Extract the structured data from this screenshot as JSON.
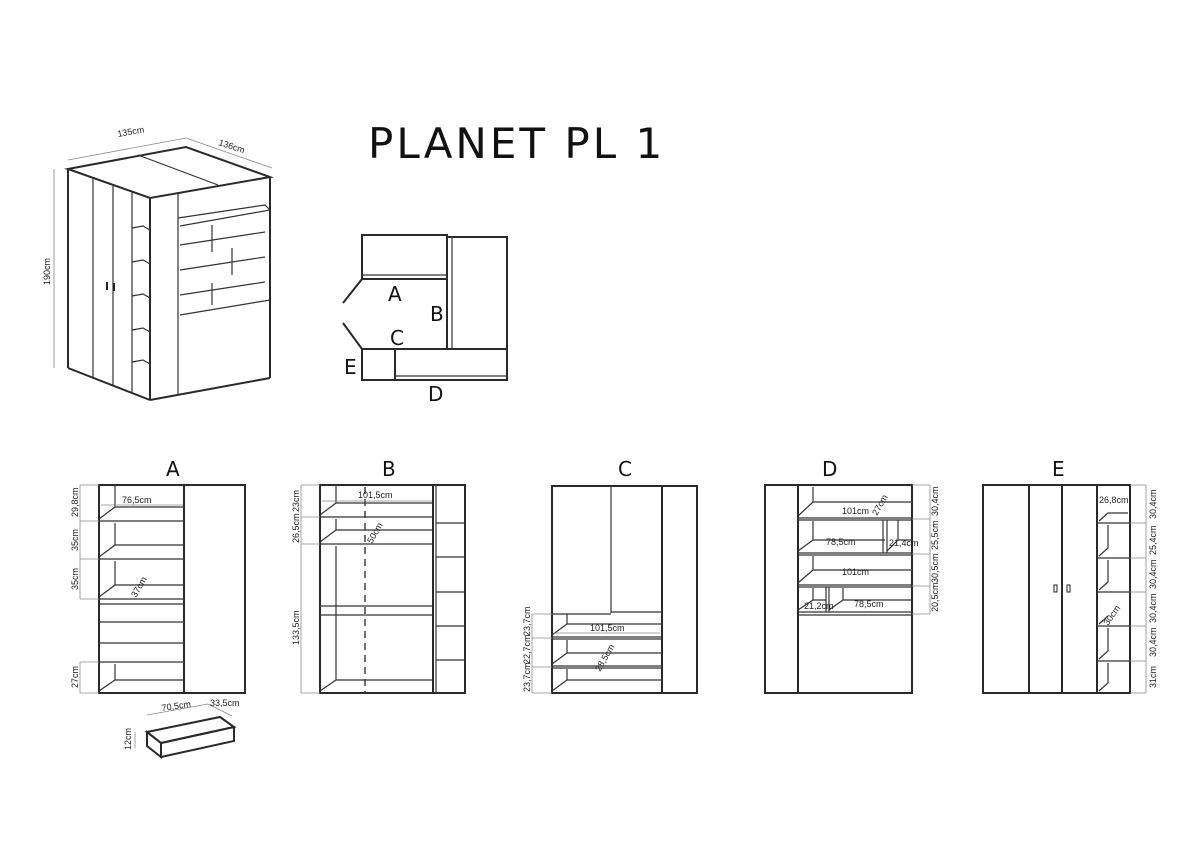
{
  "title": "PLANET PL 1",
  "isometric": {
    "width": "135cm",
    "depth": "136cm",
    "height": "190cm"
  },
  "plan": {
    "labels": [
      "A",
      "B",
      "C",
      "D",
      "E"
    ]
  },
  "sections": {
    "A": {
      "label": "A",
      "width": "76,5cm",
      "depth": "37cm",
      "heights": [
        "29,8cm",
        "35cm",
        "35cm",
        "27cm"
      ],
      "drawer": {
        "width": "70,5cm",
        "depth": "33,5cm",
        "height": "12cm"
      }
    },
    "B": {
      "label": "B",
      "width": "101,5cm",
      "depth": "50cm",
      "heights": [
        "23cm",
        "26,5cm",
        "133,5cm"
      ]
    },
    "C": {
      "label": "C",
      "width": "101,5cm",
      "depth": "28,5cm",
      "heights": [
        "23,7cm",
        "22,7cm",
        "23,7cm"
      ]
    },
    "D": {
      "label": "D",
      "widths": [
        "101cm",
        "78,5cm",
        "101cm",
        "78,5cm"
      ],
      "small_widths": [
        "21,4cm",
        "21,2cm"
      ],
      "depth": "27cm",
      "heights": [
        "30,4cm",
        "25,5cm",
        "30,5cm",
        "20,5cm"
      ]
    },
    "E": {
      "label": "E",
      "width": "26,8cm",
      "depth": "30cm",
      "heights": [
        "30,4cm",
        "25,4cm",
        "30,4cm",
        "30,4cm",
        "30,4cm",
        "31cm"
      ]
    }
  }
}
